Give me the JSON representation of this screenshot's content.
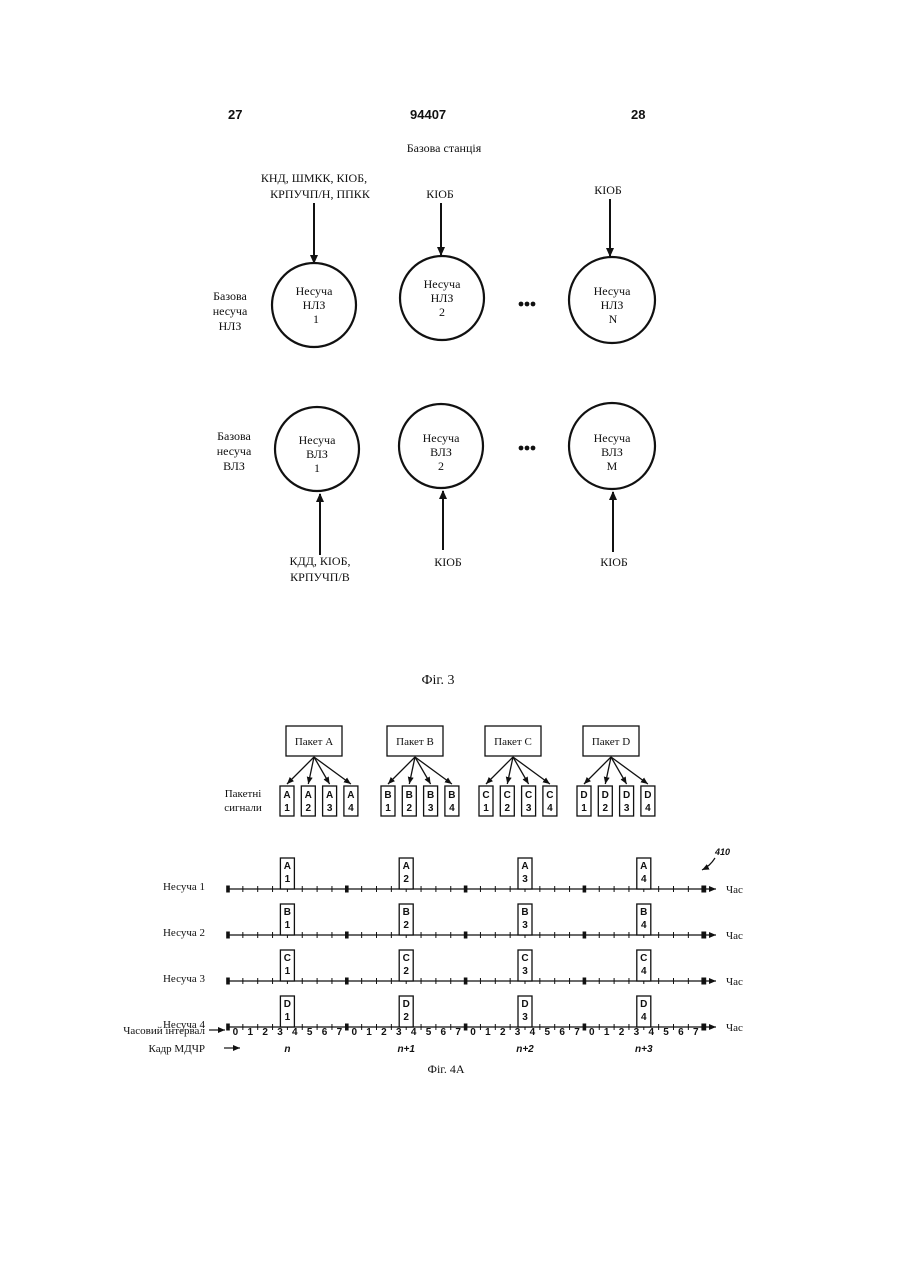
{
  "header": {
    "left_page": "27",
    "doc_number": "94407",
    "right_page": "28"
  },
  "fig3": {
    "title": "Базова станція",
    "caption": "Фіг. 3",
    "row_down": {
      "label": [
        "Базова",
        "несуча",
        "НЛЗ"
      ],
      "carriers": [
        {
          "lines": [
            "Несуча",
            "НЛЗ",
            "1"
          ],
          "input": [
            "КНД, ШМКК, КІОБ,",
            "КРПУЧП/Н, ППКК"
          ]
        },
        {
          "lines": [
            "Несуча",
            "НЛЗ",
            "2"
          ],
          "input": [
            "КІОБ"
          ]
        },
        {
          "lines": [
            "Несуча",
            "НЛЗ",
            "N"
          ],
          "input": [
            "КІОБ"
          ]
        }
      ]
    },
    "row_up": {
      "label": [
        "Базова",
        "несуча",
        "ВЛЗ"
      ],
      "carriers": [
        {
          "lines": [
            "Несуча",
            "ВЛЗ",
            "1"
          ],
          "input": [
            "КДД, КІОБ,",
            "КРПУЧП/В"
          ]
        },
        {
          "lines": [
            "Несуча",
            "ВЛЗ",
            "2"
          ],
          "input": [
            "КІОБ"
          ]
        },
        {
          "lines": [
            "Несуча",
            "ВЛЗ",
            "M"
          ],
          "input": [
            "КІОБ"
          ]
        }
      ]
    }
  },
  "fig4a": {
    "caption": "Фіг. 4А",
    "ref": "410",
    "packets": [
      "Пакет A",
      "Пакет B",
      "Пакет C",
      "Пакет D"
    ],
    "packet_letters": [
      "A",
      "B",
      "C",
      "D"
    ],
    "subpacket_numbers": [
      "1",
      "2",
      "3",
      "4"
    ],
    "packet_signals_label": [
      "Пакетні",
      "сигнали"
    ],
    "carrier_labels": [
      "Несуча 1",
      "Несуча 2",
      "Несуча 3",
      "Несуча 4"
    ],
    "time_label": "Час",
    "slot_label": "Часовий інтервал",
    "frame_label": "Кадр МДЧР",
    "slot_digits": [
      "0",
      "1",
      "2",
      "3",
      "4",
      "5",
      "6",
      "7"
    ],
    "frames": [
      "n",
      "n+1",
      "n+2",
      "n+3"
    ],
    "transmitted_slot": 4
  }
}
